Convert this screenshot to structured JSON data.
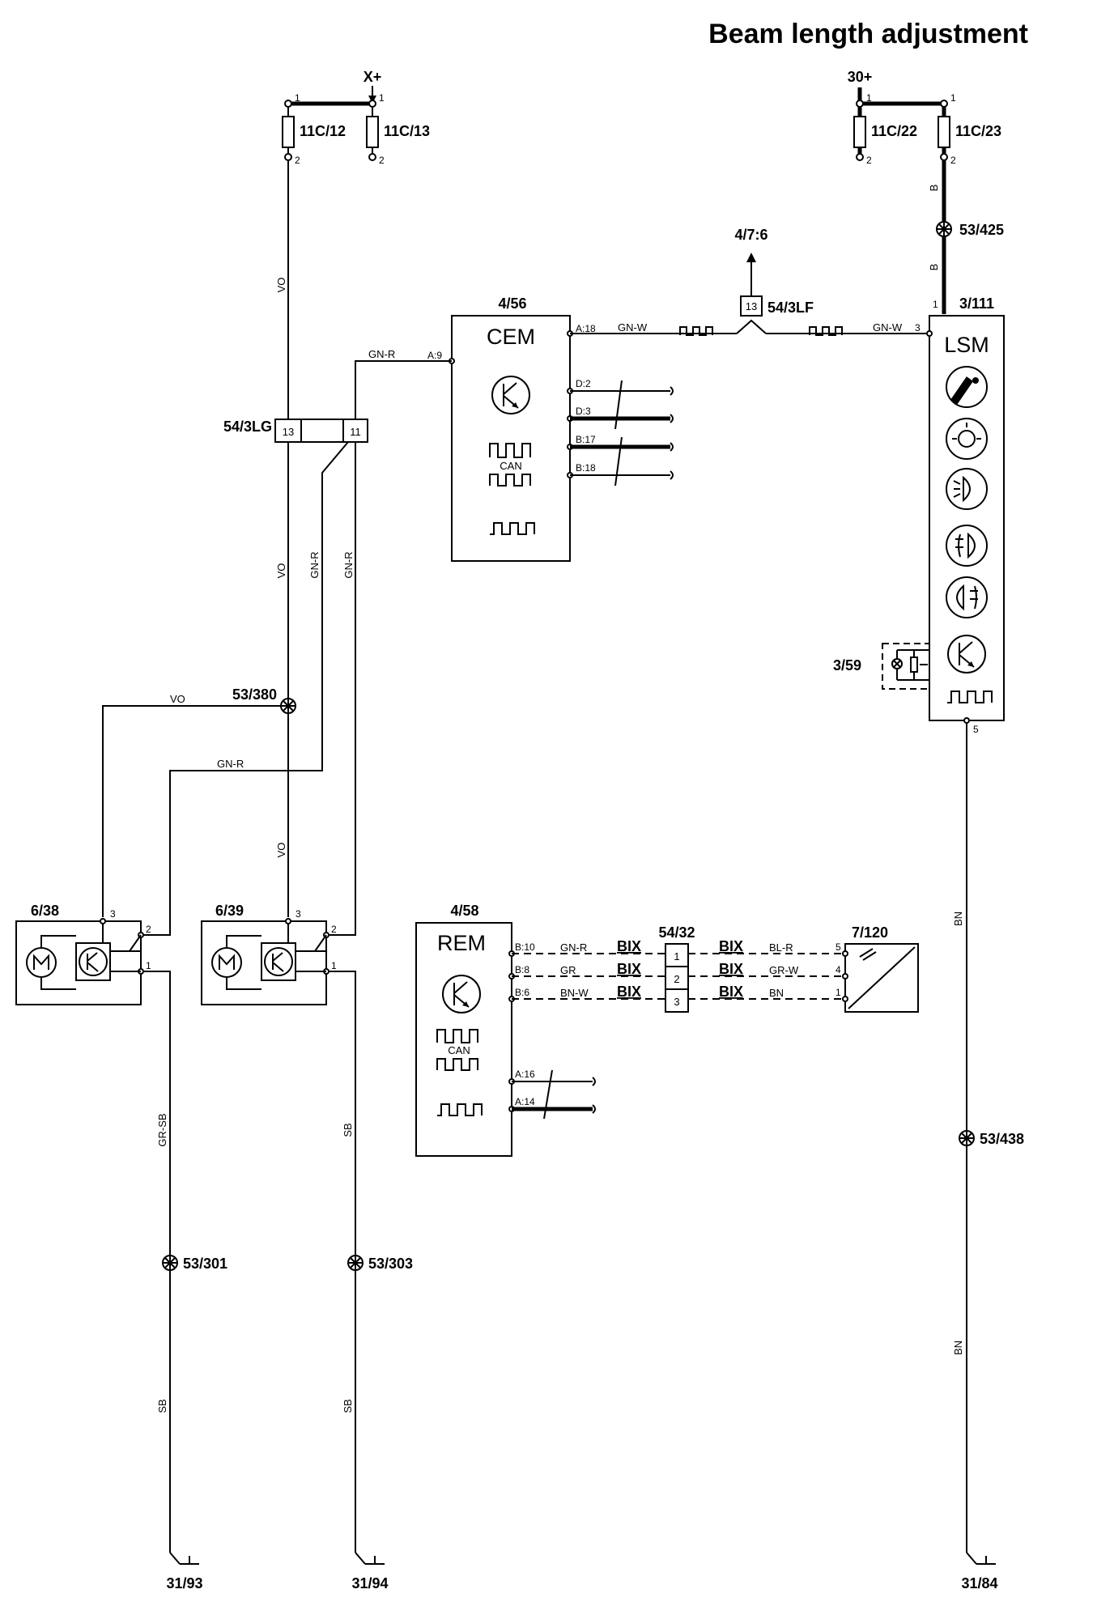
{
  "title": "Beam length adjustment",
  "supplies": {
    "xplus": "X+",
    "thirty_plus": "30+"
  },
  "fuses": {
    "f12": "11C/12",
    "f13": "11C/13",
    "f22": "11C/22",
    "f23": "11C/23"
  },
  "modules": {
    "cem": {
      "id": "4/56",
      "name": "CEM",
      "can": "CAN"
    },
    "lsm": {
      "id": "3/111",
      "name": "LSM"
    },
    "rem": {
      "id": "4/58",
      "name": "REM",
      "can": "CAN"
    },
    "m638": {
      "id": "6/38"
    },
    "m639": {
      "id": "6/39"
    },
    "sensor": {
      "id": "7/120"
    },
    "switch": {
      "id": "3/59"
    }
  },
  "connectors": {
    "lg": "54/3LG",
    "lf": "54/3LF",
    "c32": "54/32",
    "ref": "4/7:6"
  },
  "splices": {
    "s425": "53/425",
    "s380": "53/380",
    "s438": "53/438",
    "s301": "53/301",
    "s303": "53/303"
  },
  "grounds": {
    "g93": "31/93",
    "g94": "31/94",
    "g84": "31/84"
  },
  "wires": {
    "vo": "VO",
    "gnr": "GN-R",
    "gnw": "GN-W",
    "b": "B",
    "bn": "BN",
    "sb": "SB",
    "grsb": "GR-SB",
    "gr": "GR",
    "bnw": "BN-W",
    "blr": "BL-R",
    "grw": "GR-W",
    "bix": "BIX"
  },
  "pins": {
    "a18": "A:18",
    "a9": "A:9",
    "d2": "D:2",
    "d3": "D:3",
    "b17": "B:17",
    "b18": "B:18",
    "b10": "B:10",
    "b8": "B:8",
    "b6": "B:6",
    "a16": "A:16",
    "a14": "A:14",
    "n1": "1",
    "n2": "2",
    "n3": "3",
    "n4": "4",
    "n5": "5",
    "n11": "11",
    "n13": "13"
  }
}
